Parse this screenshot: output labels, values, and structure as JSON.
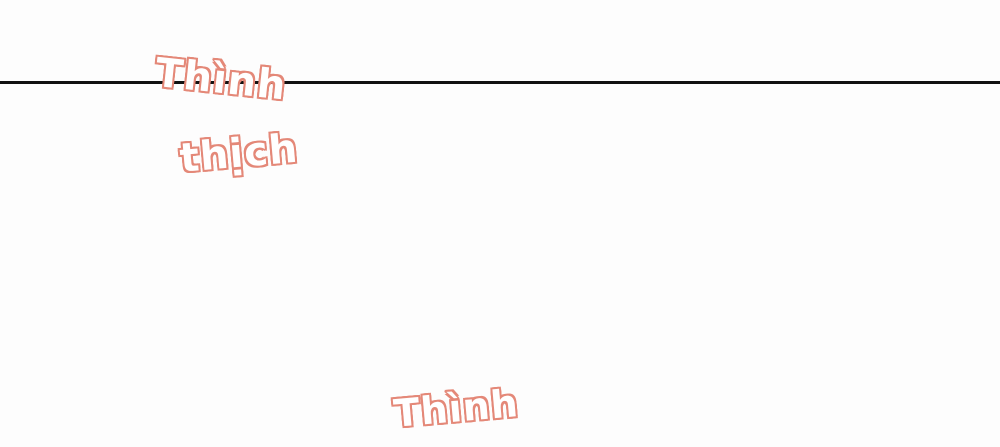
{
  "sound_effects": [
    {
      "text": "Thình"
    },
    {
      "text": "thịch"
    },
    {
      "text": "Thình"
    }
  ],
  "colors": {
    "background": "#fdfdfd",
    "panel_border": "#111111",
    "sfx_outline": "#e48878",
    "sfx_fill": "#ffffff"
  }
}
